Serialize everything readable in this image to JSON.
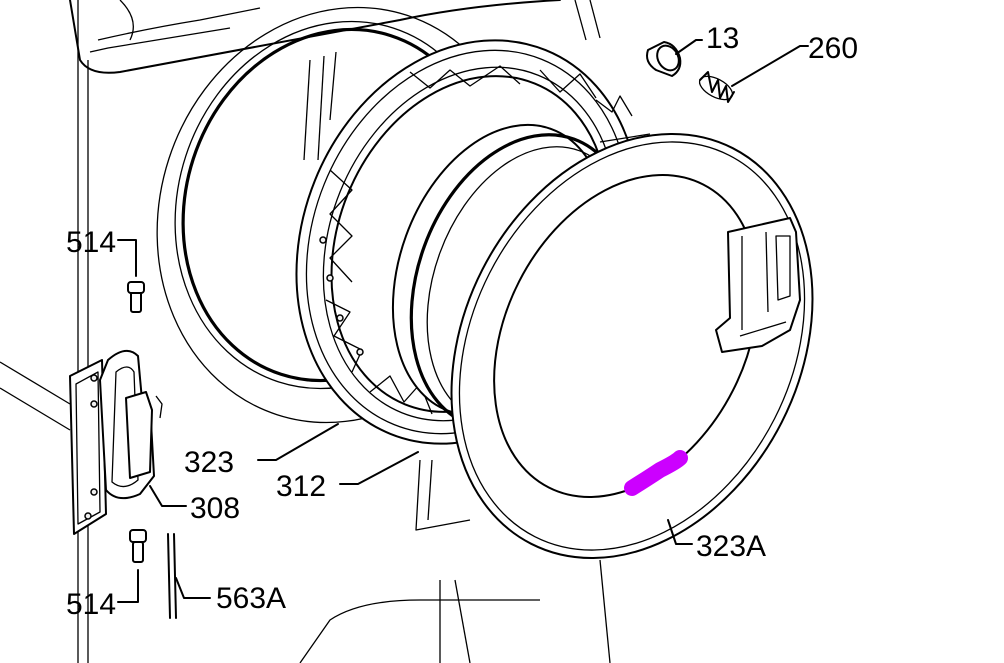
{
  "labels": {
    "screw_top": "514",
    "screw_bottom": "514",
    "hinge": "308",
    "hinge_strip": "563A",
    "inner_ring": "323",
    "door_frame": "312",
    "door_cover": "323A",
    "knob": "13",
    "spring": "260"
  },
  "colors": {
    "line": "#000000",
    "background": "#ffffff",
    "marker": "#cc00ff"
  }
}
